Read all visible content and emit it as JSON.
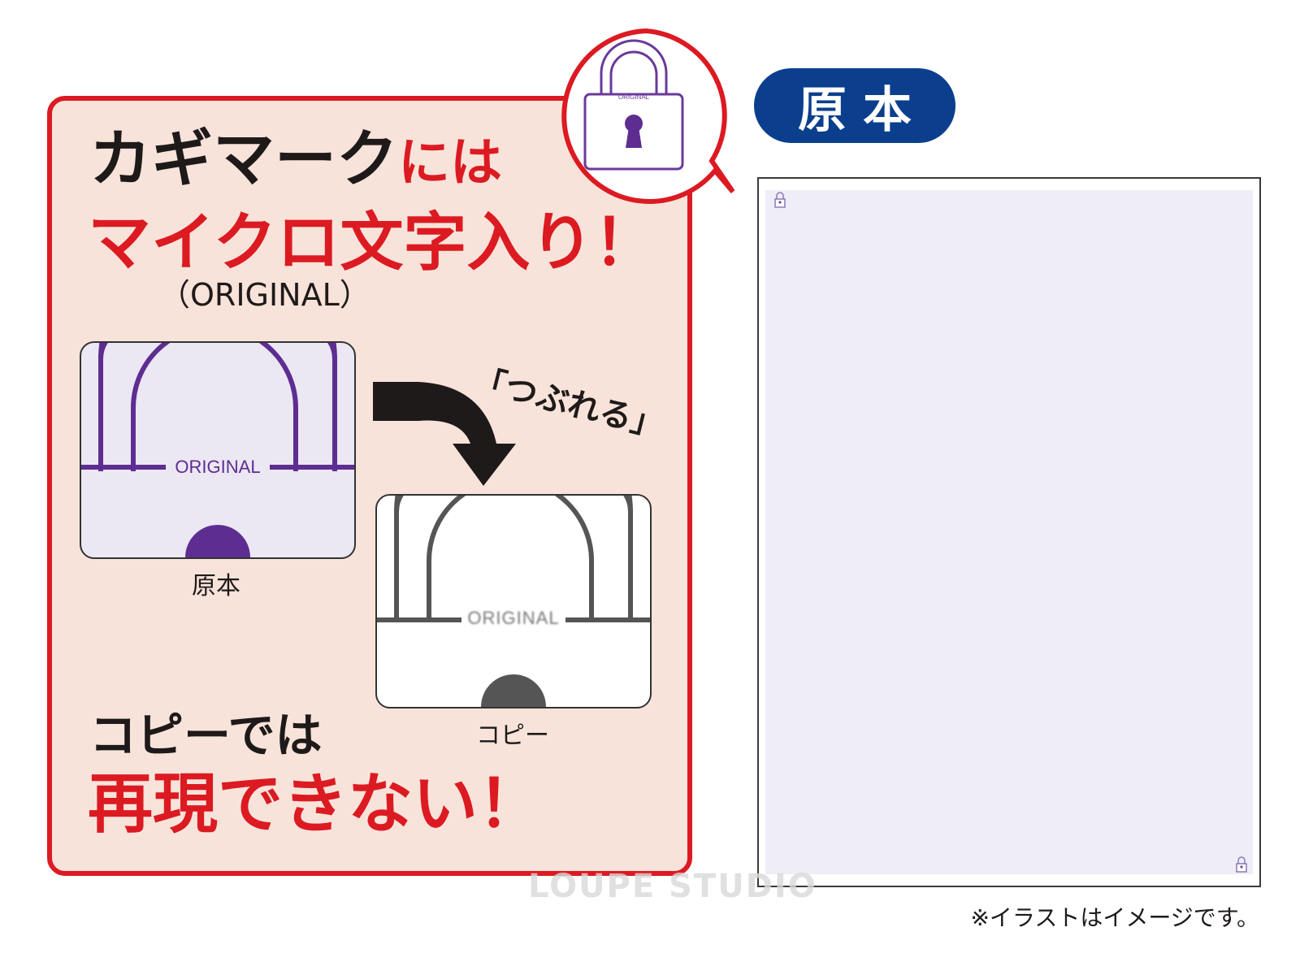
{
  "left_panel": {
    "line1_black": "カギマーク",
    "line1_red": "には",
    "line2_red": "マイクロ文字入り！",
    "subtitle": "（ORIGINAL）",
    "squash_label": "「つぶれる」",
    "original_card": {
      "text": "ORIGINAL",
      "caption": "原本"
    },
    "copy_card": {
      "text": "ORIGINAL",
      "caption": "コピー"
    },
    "bottom_black": "コピーでは",
    "bottom_red": "再現できない！"
  },
  "bubble": {
    "lock_text": "ORIGINAL"
  },
  "right": {
    "tag_label": "原本",
    "note": "※イラストはイメージです。"
  },
  "watermark": "LOUPE STUDIO",
  "colors": {
    "red": "#dc1a22",
    "panel_bg": "#f8e3da",
    "purple": "#5e2d91",
    "navy": "#0b3f8d",
    "gray": "#555555"
  }
}
